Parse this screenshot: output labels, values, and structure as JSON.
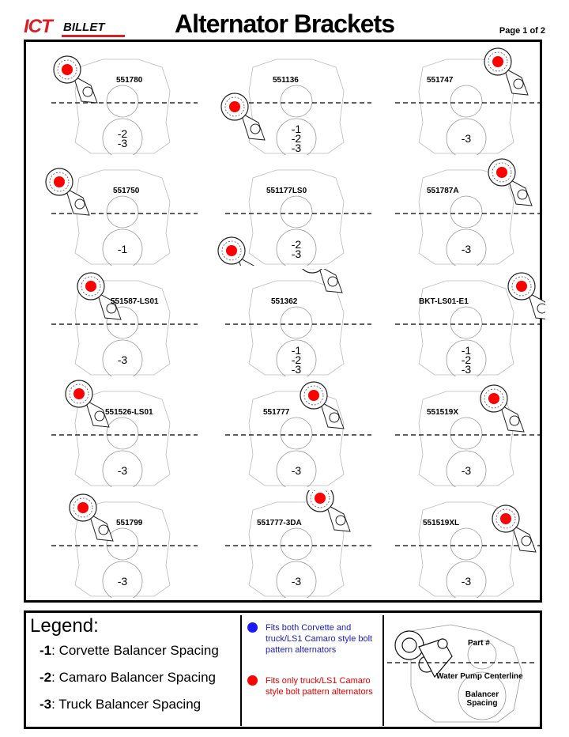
{
  "header": {
    "logo_ict": "ICT",
    "logo_billet": "BILLET",
    "title": "Alternator Brackets",
    "page": "Page 1 of 2"
  },
  "brackets": [
    {
      "part": "551780",
      "spacing": [
        "-2",
        "-3"
      ],
      "fit": "red"
    },
    {
      "part": "551136",
      "spacing": [
        "-1",
        "-2",
        "-3"
      ],
      "fit": "red"
    },
    {
      "part": "551747",
      "spacing": [
        "-3"
      ],
      "fit": "red"
    },
    {
      "part": "551750",
      "spacing": [
        "-1"
      ],
      "fit": "red"
    },
    {
      "part": "551177LS0",
      "spacing": [
        "-2",
        "-3"
      ],
      "fit": "red"
    },
    {
      "part": "551787A",
      "spacing": [
        "-3"
      ],
      "fit": "red"
    },
    {
      "part": "551587-LS01",
      "spacing": [
        "-3"
      ],
      "fit": "red"
    },
    {
      "part": "551362",
      "spacing": [
        "-1",
        "-2",
        "-3"
      ],
      "fit": "red"
    },
    {
      "part": "BKT-LS01-E1",
      "spacing": [
        "-1",
        "-2",
        "-3"
      ],
      "fit": "red"
    },
    {
      "part": "551526-LS01",
      "spacing": [
        "-3"
      ],
      "fit": "red"
    },
    {
      "part": "551777",
      "spacing": [
        "-3"
      ],
      "fit": "red"
    },
    {
      "part": "551519X",
      "spacing": [
        "-3"
      ],
      "fit": "red"
    },
    {
      "part": "551799",
      "spacing": [
        "-3"
      ],
      "fit": "red"
    },
    {
      "part": "551777-3DA",
      "spacing": [
        "-3"
      ],
      "fit": "red"
    },
    {
      "part": "551519XL",
      "spacing": [
        "-3"
      ],
      "fit": "red"
    }
  ],
  "legend": {
    "title": "Legend:",
    "rows": [
      {
        "code": "-1",
        "text": ": Corvette Balancer Spacing"
      },
      {
        "code": "-2",
        "text": ": Camaro Balancer Spacing"
      },
      {
        "code": "-3",
        "text": ": Truck Balancer Spacing"
      }
    ],
    "blue_note": "Fits both Corvette and truck/LS1 Camaro style bolt pattern alternators",
    "red_note": "Fits only truck/LS1 Camaro style bolt pattern alternators",
    "key_part": "Part #",
    "key_centerline": "Water Pump Centerline",
    "key_balancer_1": "Balancer",
    "key_balancer_2": "Spacing"
  },
  "colors": {
    "red_dot": "#ff0000",
    "blue_dot": "#1a1aff",
    "blue_text": "#1a1acc",
    "red_text": "#e60000",
    "brand": "#d81f26"
  }
}
